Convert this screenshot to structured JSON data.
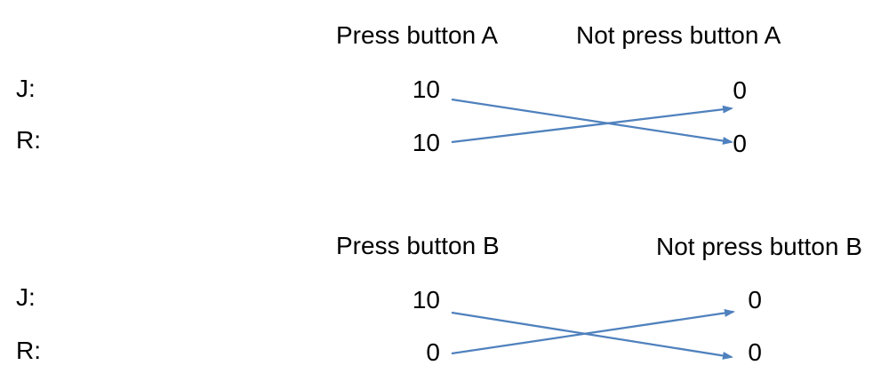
{
  "colors": {
    "arrow": "#4f81bd",
    "text": "#000000",
    "background": "#ffffff"
  },
  "diagrams": [
    {
      "name": "button-A",
      "left_header": "Press button A",
      "right_header": "Not press button A",
      "rows": [
        {
          "label": "J:",
          "left_value": "10",
          "right_value": "0"
        },
        {
          "label": "R:",
          "left_value": "10",
          "right_value": "0"
        }
      ],
      "arrows": [
        {
          "from": "J left payoff",
          "to": "R right payoff"
        },
        {
          "from": "R left payoff",
          "to": "J right payoff"
        }
      ]
    },
    {
      "name": "button-B",
      "left_header": "Press button B",
      "right_header": "Not press button B",
      "rows": [
        {
          "label": "J:",
          "left_value": "10",
          "right_value": "0"
        },
        {
          "label": "R:",
          "left_value": "0",
          "right_value": "0"
        }
      ],
      "arrows": [
        {
          "from": "J left payoff",
          "to": "R right payoff"
        },
        {
          "from": "R left payoff",
          "to": "J right payoff"
        }
      ]
    }
  ]
}
